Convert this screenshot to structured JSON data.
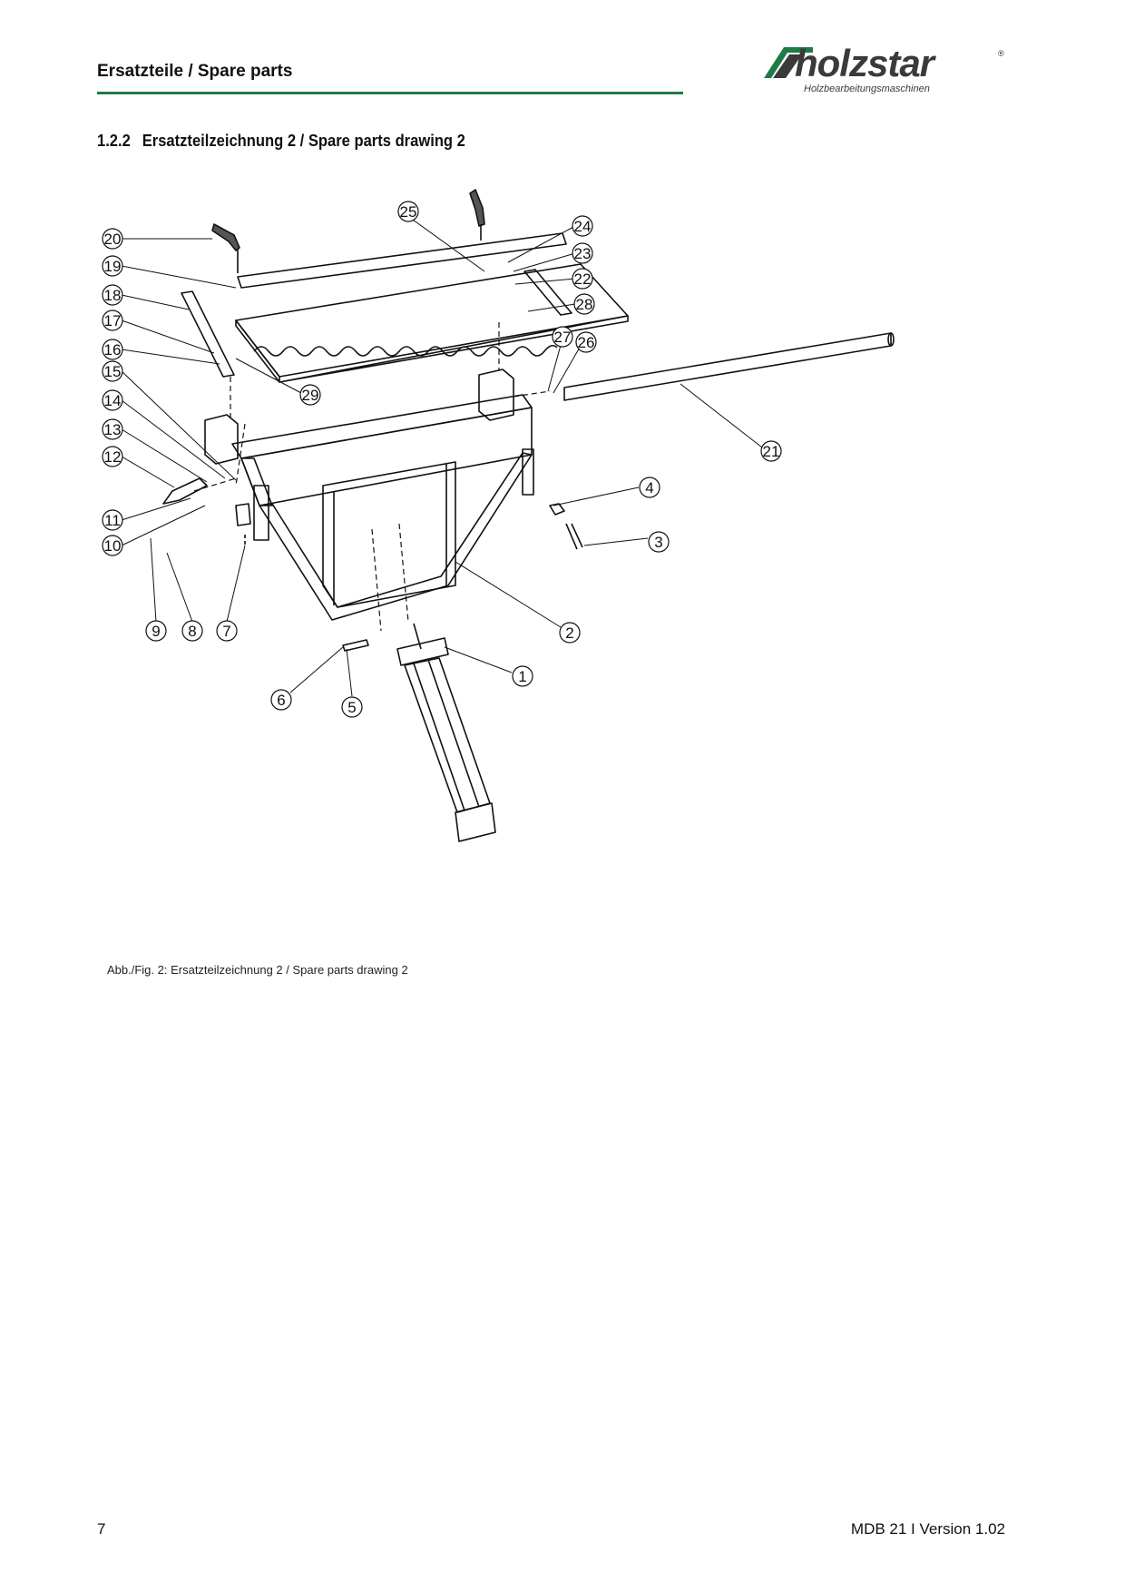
{
  "header": {
    "title": "Ersatzteile / Spare parts",
    "logo_text": "holzstar",
    "logo_tagline": "Holzbearbeitungsmaschinen",
    "logo_registered": "®",
    "accent_color": "#1f7a4a"
  },
  "section": {
    "number": "1.2.2",
    "title": "Ersatzteilzeichnung 2 / Spare parts drawing 2"
  },
  "drawing": {
    "part_labels": [
      "1",
      "2",
      "3",
      "4",
      "5",
      "6",
      "7",
      "8",
      "9",
      "10",
      "11",
      "12",
      "13",
      "14",
      "15",
      "16",
      "17",
      "18",
      "19",
      "20",
      "21",
      "22",
      "23",
      "24",
      "25",
      "26",
      "27",
      "28",
      "29"
    ]
  },
  "caption": "Abb./Fig. 2: Ersatzteilzeichnung 2  / Spare parts drawing 2",
  "footer": {
    "page_number": "7",
    "doc_version": "MDB 21 I Version 1.02"
  }
}
